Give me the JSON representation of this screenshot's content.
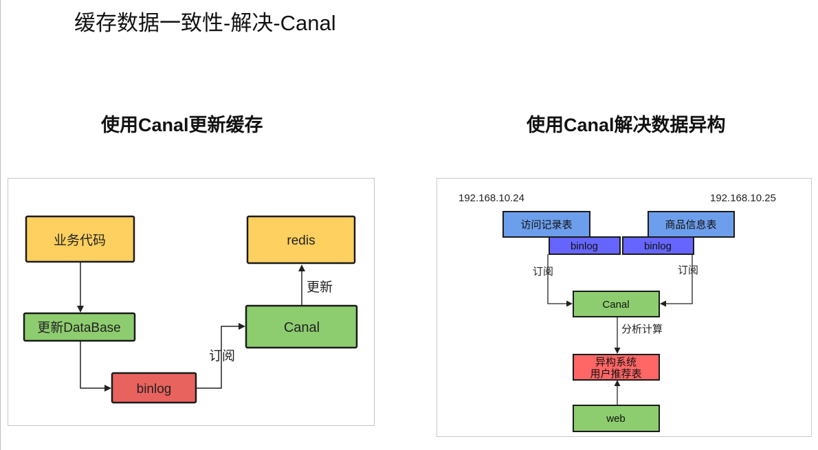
{
  "slide": {
    "title": "缓存数据一致性-解决-Canal"
  },
  "left": {
    "title": "使用Canal更新缓存",
    "nodes": {
      "business": "业务代码",
      "update_db": "更新DataBase",
      "binlog": "binlog",
      "canal": "Canal",
      "redis": "redis"
    },
    "edges": {
      "subscribe": "订阅",
      "update": "更新"
    }
  },
  "right": {
    "title": "使用Canal解决数据异构",
    "ip_left": "192.168.10.24",
    "ip_right": "192.168.10.25",
    "nodes": {
      "visit_table": "访问记录表",
      "goods_table": "商品信息表",
      "binlog_left": "binlog",
      "binlog_right": "binlog",
      "canal": "Canal",
      "hetero_line1": "异构系统",
      "hetero_line2": "用户推荐表",
      "web": "web"
    },
    "edges": {
      "subscribe_left": "订阅",
      "subscribe_right": "订阅",
      "analyze": "分析计算"
    }
  },
  "colors": {
    "yellow": "#fdd05f",
    "green": "#8dcd6f",
    "red": "#e8625e",
    "blue_table": "#6d9eeb",
    "blue_binlog": "#6666ff",
    "red_bright": "#ff6666"
  }
}
